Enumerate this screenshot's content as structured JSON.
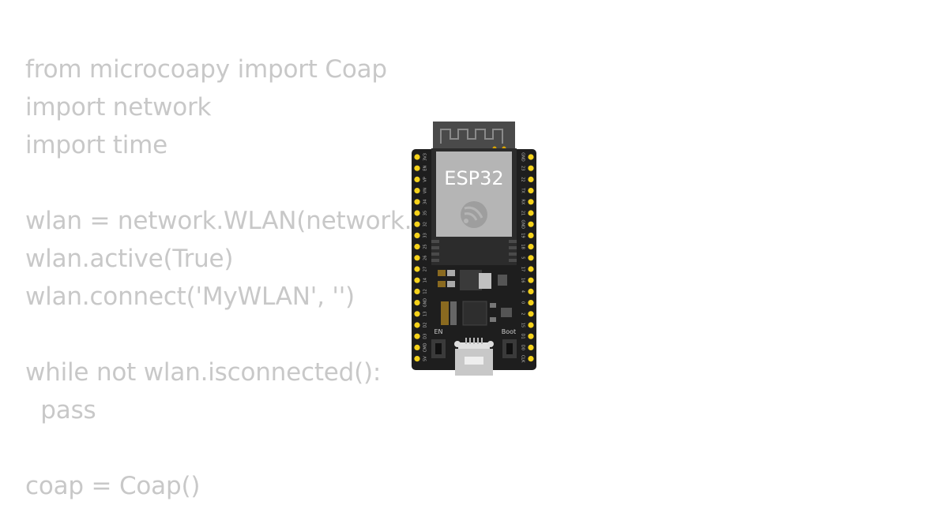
{
  "code_lines": [
    "from microcoapy import Coap",
    "import network",
    "import time",
    "",
    "wlan = network.WLAN(network.STA_IF)",
    "wlan.active(True)",
    "wlan.connect('MyWLAN', '')",
    "",
    "while not wlan.isconnected():",
    "  pass",
    "",
    "coap = Coap()"
  ],
  "board": {
    "module_label": "ESP32",
    "button_en_label": "EN",
    "button_boot_label": "Boot",
    "pins_left": [
      "3V3",
      "EN",
      "VP",
      "VN",
      "34",
      "35",
      "32",
      "33",
      "25",
      "26",
      "27",
      "14",
      "12",
      "GND",
      "13",
      "D2",
      "D3",
      "CMD",
      "5V"
    ],
    "pins_right": [
      "GND",
      "23",
      "22",
      "TX",
      "RX",
      "21",
      "GND",
      "19",
      "18",
      "5",
      "17",
      "16",
      "4",
      "0",
      "2",
      "15",
      "D1",
      "D0",
      "CLK"
    ]
  },
  "colors": {
    "code_text": "#c8c8c8",
    "pcb": "#1e1e1e",
    "pin_gold": "#f5d21a",
    "module_shield": "#b5b5b5",
    "antenna": "#4a4a4a"
  }
}
